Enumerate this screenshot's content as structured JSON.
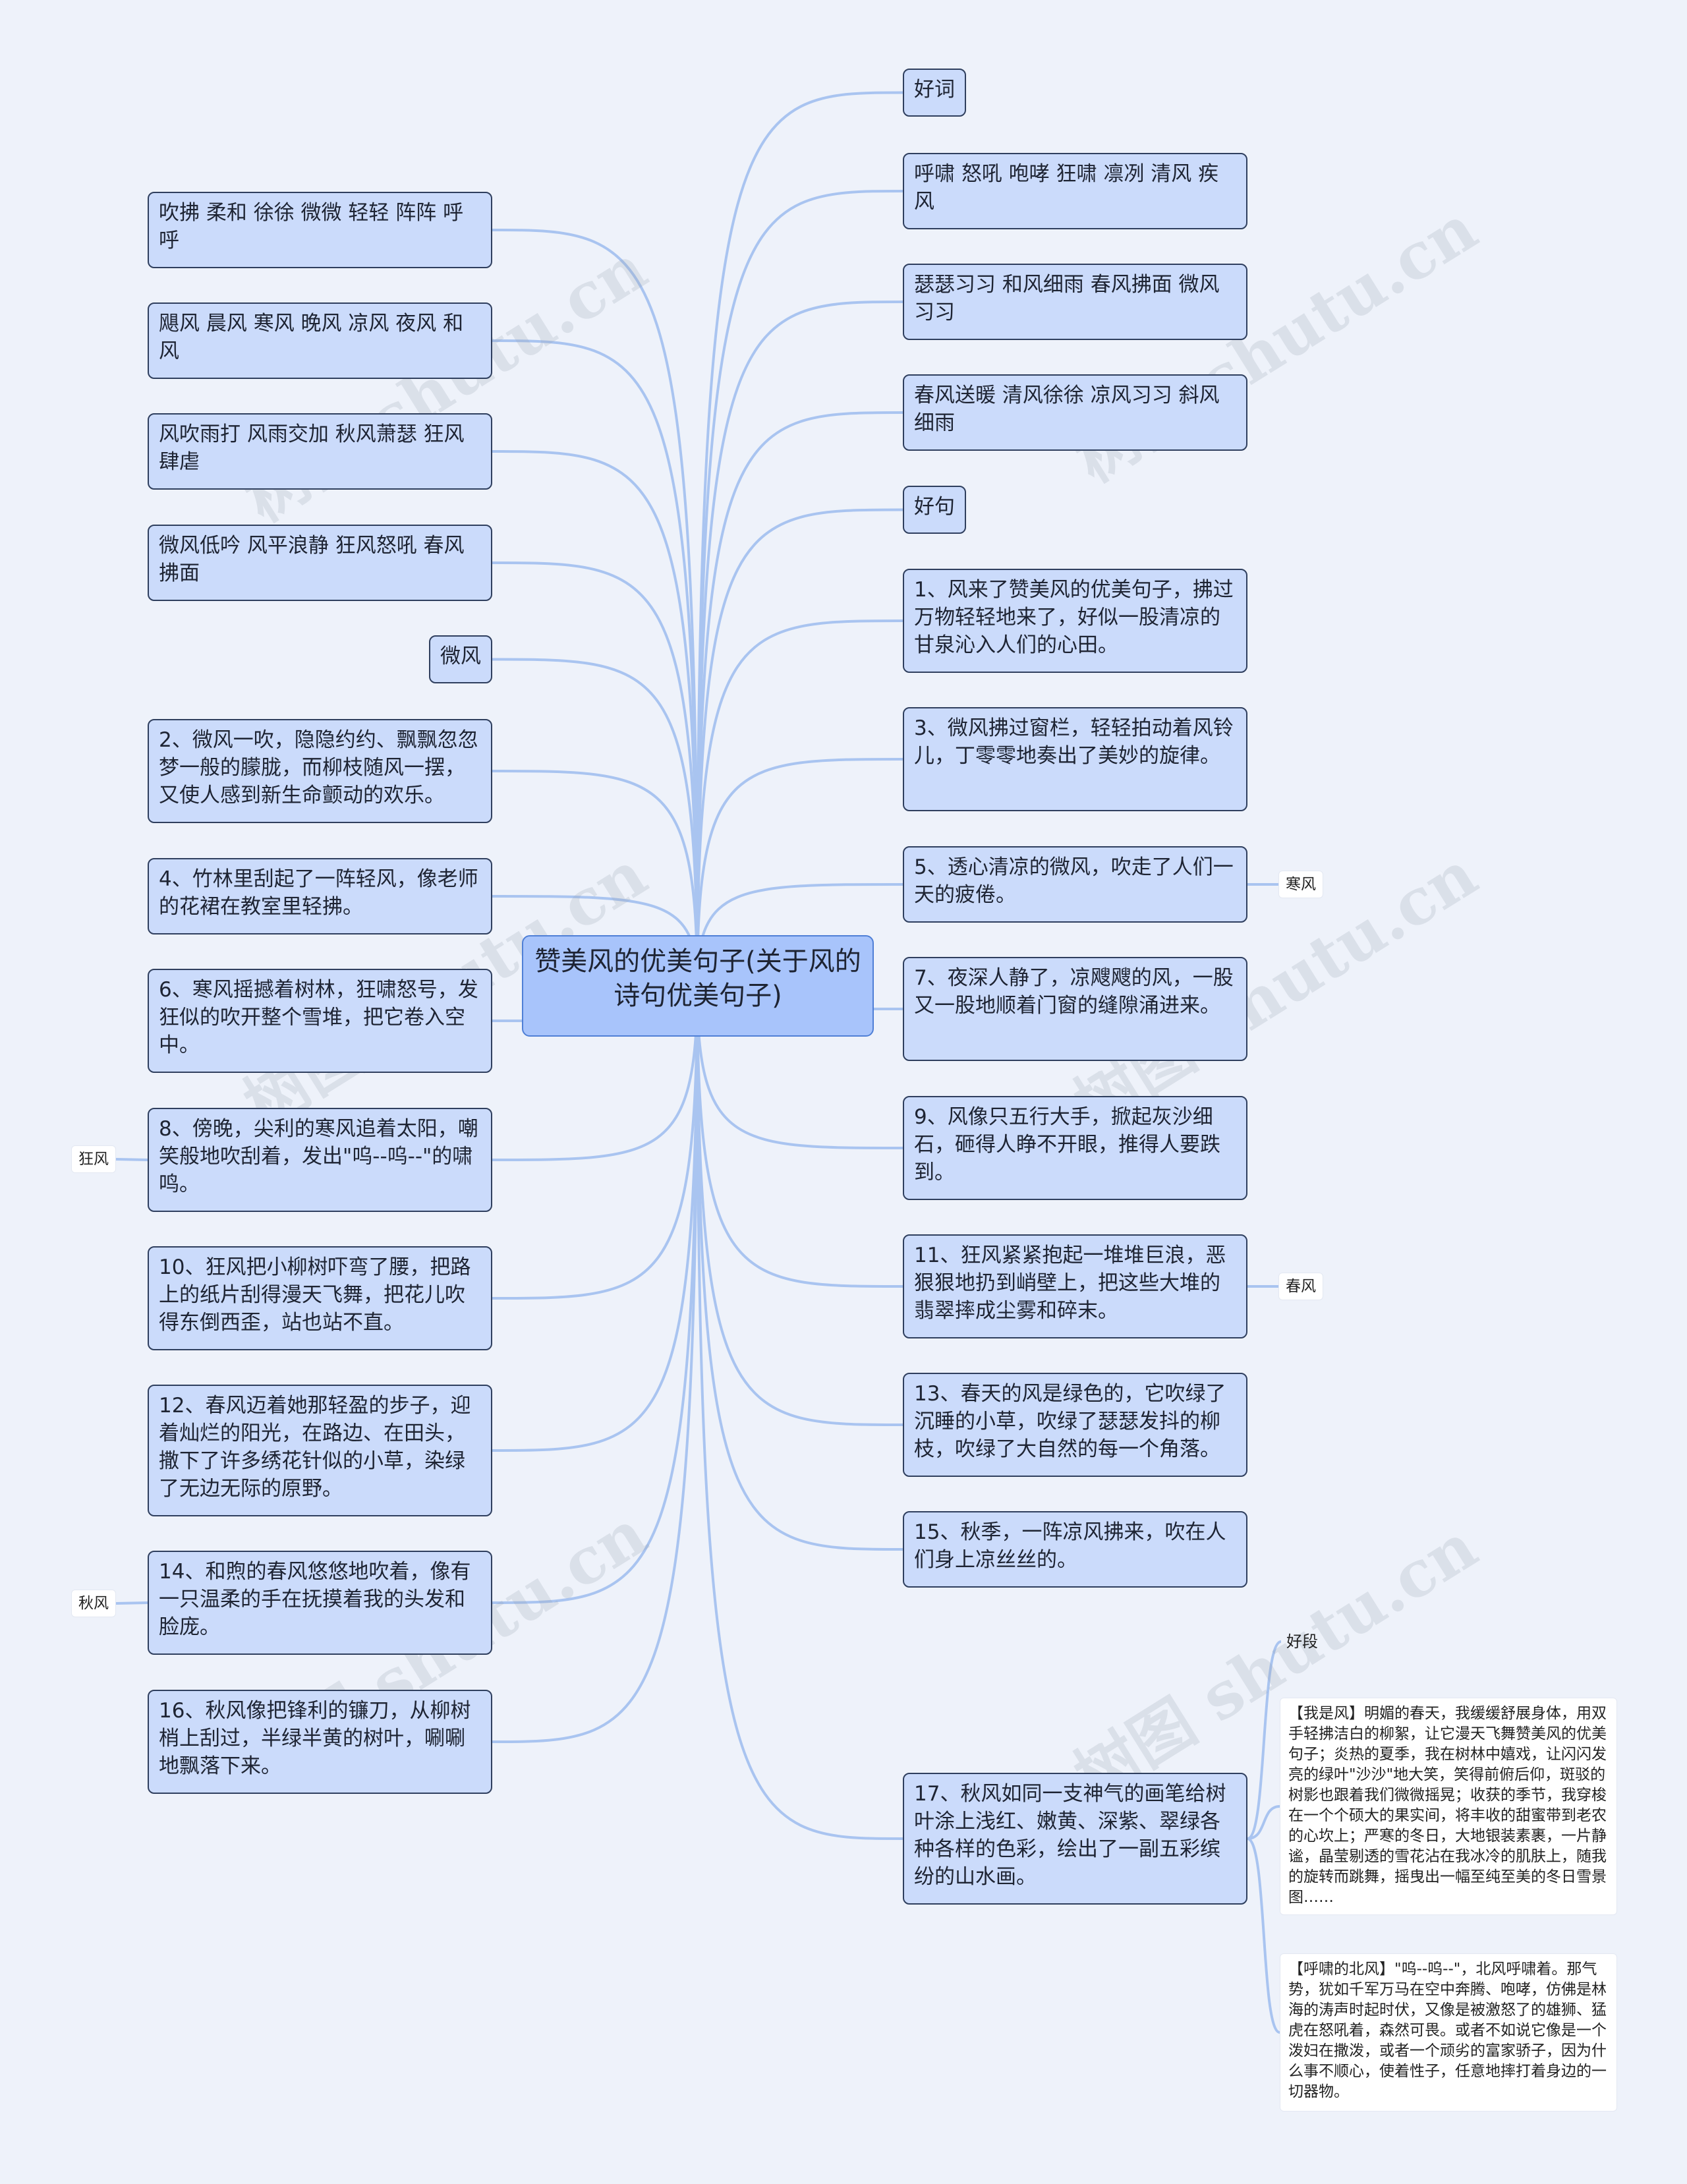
{
  "root": "赞美风的优美句子(关于风的诗句优美句子)",
  "left_nodes": [
    "吹拂 柔和 徐徐 微微 轻轻 阵阵 呼呼",
    "飓风 晨风 寒风 晚风 凉风 夜风 和风",
    "风吹雨打 风雨交加 秋风萧瑟 狂风肆虐",
    "微风低吟 风平浪静 狂风怒吼 春风拂面",
    "微风",
    "2、微风一吹，隐隐约约、飘飘忽忽梦一般的朦胧，而柳枝随风一摆，又使人感到新生命颤动的欢乐。",
    "4、竹林里刮起了一阵轻风，像老师的花裙在教室里轻拂。",
    "6、寒风摇撼着树林，狂啸怒号，发狂似的吹开整个雪堆，把它卷入空中。",
    "8、傍晚，尖利的寒风追着太阳，嘲笑般地吹刮着，发出\"呜--呜--\"的啸鸣。",
    "10、狂风把小柳树吓弯了腰，把路上的纸片刮得漫天飞舞，把花儿吹得东倒西歪，站也站不直。",
    "12、春风迈着她那轻盈的步子，迎着灿烂的阳光，在路边、在田头，撒下了许多绣花针似的小草，染绿了无边无际的原野。",
    "14、和煦的春风悠悠地吹着，像有一只温柔的手在抚摸着我的头发和脸庞。",
    "16、秋风像把锋利的镰刀，从柳树梢上刮过，半绿半黄的树叶，唰唰地飘落下来。"
  ],
  "right_nodes": [
    "好词",
    "呼啸 怒吼 咆哮 狂啸 凛冽 清风 疾风",
    "瑟瑟习习 和风细雨 春风拂面 微风习习",
    "春风送暖 清风徐徐 凉风习习 斜风细雨",
    "好句",
    "1、风来了赞美风的优美句子，拂过万物轻轻地来了，好似一股清凉的甘泉沁入人们的心田。",
    "3、微风拂过窗栏，轻轻拍动着风铃儿，丁零零地奏出了美妙的旋律。",
    "5、透心清凉的微风，吹走了人们一天的疲倦。",
    "7、夜深人静了，凉飕飕的风，一股又一股地顺着门窗的缝隙涌进来。",
    "9、风像只五行大手，掀起灰沙细石，砸得人睁不开眼，推得人要跌到。",
    "11、狂风紧紧抱起一堆堆巨浪，恶狠狠地扔到峭壁上，把这些大堆的翡翠摔成尘雾和碎末。",
    "13、春天的风是绿色的，它吹绿了沉睡的小草，吹绿了瑟瑟发抖的柳枝，吹绿了大自然的每一个角落。",
    "15、秋季，一阵凉风拂来，吹在人们身上凉丝丝的。",
    "17、秋风如同一支神气的画笔给树叶涂上浅红、嫩黄、深紫、翠绿各种各样的色彩，绘出了一副五彩缤纷的山水画。"
  ],
  "left_tags": [
    "狂风",
    "秋风"
  ],
  "right_tags": [
    "寒风",
    "春风"
  ],
  "good_paragraph_label": "好段",
  "paragraphs": [
    "【我是风】明媚的春天，我缓缓舒展身体，用双手轻拂洁白的柳絮，让它漫天飞舞赞美风的优美句子；炎热的夏季，我在树林中嬉戏，让闪闪发亮的绿叶\"沙沙\"地大笑，笑得前俯后仰，斑驳的树影也跟着我们微微摇晃；收获的季节，我穿梭在一个个硕大的果实间，将丰收的甜蜜带到老农的心坎上；严寒的冬日，大地银装素裹，一片静谧，晶莹剔透的雪花沾在我冰冷的肌肤上，随我的旋转而跳舞，摇曳出一幅至纯至美的冬日雪景图……",
    "【呼啸的北风】\"呜--呜--\"，北风呼啸着。那气势，犹如千军万马在空中奔腾、咆哮，仿佛是林海的涛声时起时伏，又像是被激怒了的雄狮、猛虎在怒吼着，森然可畏。或者不如说它像是一个泼妇在撒泼，或者一个顽劣的富家骄子，因为什么事不顺心，使着性子，任意地摔打着身边的一切器物。"
  ],
  "watermark": "树图 shutu.cn",
  "colors": {
    "background": "#eef2fa",
    "node_fill": "#cbdbfb",
    "root_fill": "#a8c4fb",
    "link": "#a9c4f0"
  }
}
